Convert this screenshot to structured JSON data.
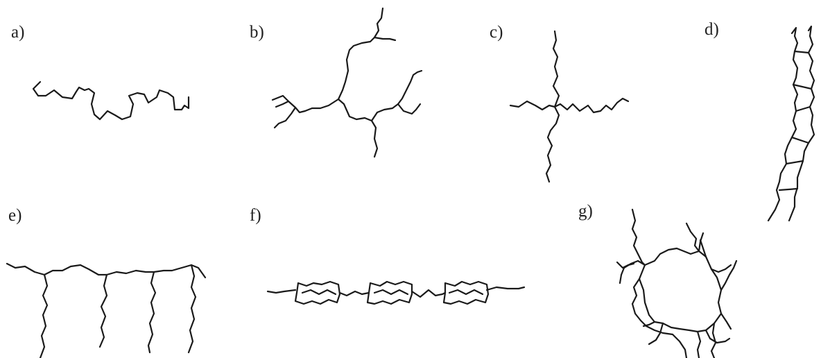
{
  "panels": {
    "a": {
      "label": "a)"
    },
    "b": {
      "label": "b)"
    },
    "c": {
      "label": "c)"
    },
    "d": {
      "label": "d)"
    },
    "e": {
      "label": "e)"
    },
    "f": {
      "label": "f)"
    },
    "g": {
      "label": "g)"
    }
  },
  "colors": {
    "stroke": "#1a1a1a",
    "background": "#ffffff"
  }
}
